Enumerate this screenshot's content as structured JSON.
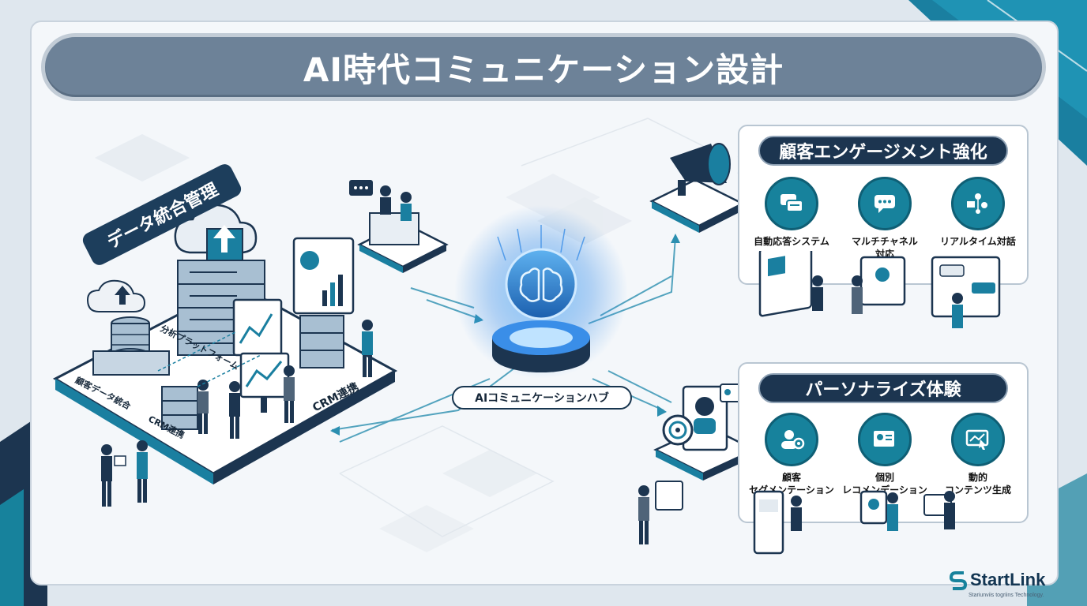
{
  "title": "AI時代コミュニケーション設計",
  "data_section": {
    "label": "データ統合管理",
    "labels": {
      "analysis": "分析プラットフォーム",
      "customer_data": "顧客データ統合",
      "crm_small": "CRM連携",
      "crm_large": "CRM連携"
    }
  },
  "hub": {
    "label": "AIコミュニケーションハブ"
  },
  "engagement": {
    "title": "顧客エンゲージメント強化",
    "items": [
      {
        "label": "自動応答システム",
        "icon": "chat-bubbles-icon"
      },
      {
        "label": "マルチチャネル\n対応",
        "icon": "message-dots-icon"
      },
      {
        "label": "リアルタイム対話",
        "icon": "network-contact-icon"
      }
    ]
  },
  "personalize": {
    "title": "パーソナライズ体験",
    "items": [
      {
        "label": "顧客\nセグメンテーション",
        "icon": "user-target-icon"
      },
      {
        "label": "個別\nレコメンデーション",
        "icon": "profile-card-icon"
      },
      {
        "label": "動的\nコンテンツ生成",
        "icon": "cursor-screen-icon"
      }
    ]
  },
  "brand": {
    "name": "StartLink",
    "tagline": "Stariunviis togriins Technology."
  },
  "colors": {
    "accent": "#17829c",
    "navy": "#1c3550",
    "title_bar": "#6d8298",
    "hub_glow": "#3a8ee8"
  }
}
